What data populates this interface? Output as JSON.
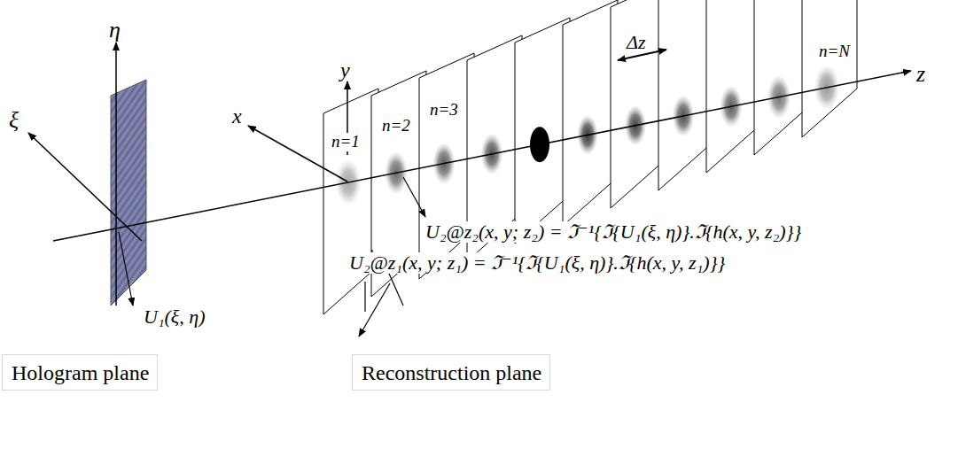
{
  "diagram": {
    "nodes": [
      {
        "text": [
          "Hologram plane"
        ]
      },
      {
        "text": [
          "Reconstruction plane"
        ]
      }
    ],
    "labels": [
      "η",
      "ξ",
      "x",
      "y",
      "Δz",
      "n=1",
      "n=2",
      "n=3",
      "n=N",
      "z",
      "U₂@z₂(x, y; z₂) = ℑ⁻¹{ℑ{U₁(ξ, η)}.ℑ{h(x, y, z₂)}}",
      "U₂@z₁(x, y; z₁) = ℑ⁻¹{ℑ{U₁(ξ, η)}.ℑ{h(x, y, z₁)}}",
      "U₁(ξ, η)"
    ]
  }
}
